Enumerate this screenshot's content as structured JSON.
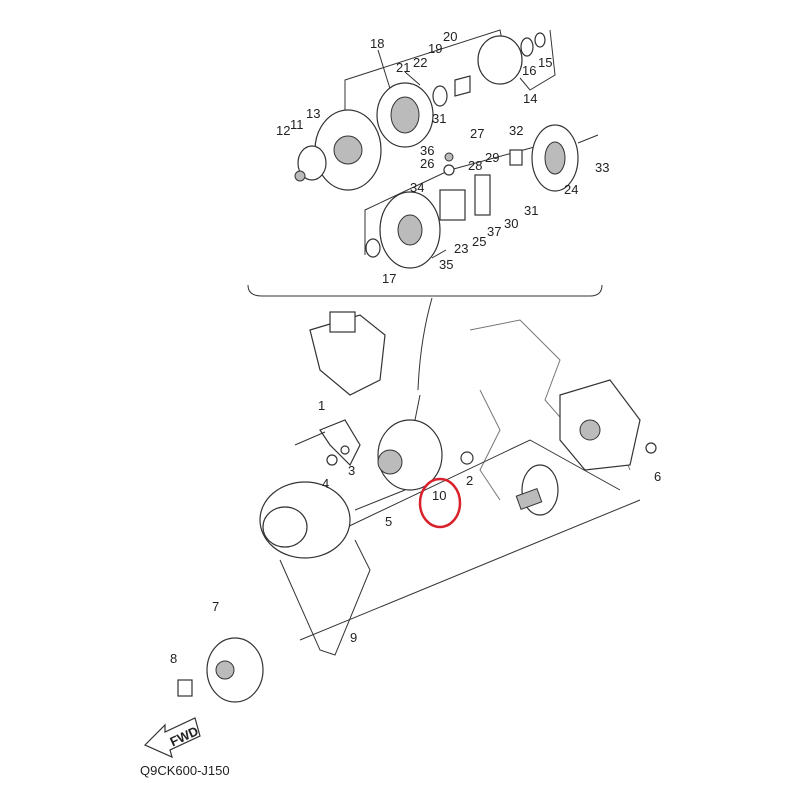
{
  "diagram": {
    "title_code": "Q9CK600-J150",
    "fwd_label": "FWD",
    "highlight_color": "#d9212b",
    "highlighted_part": "10",
    "labels": [
      "18",
      "19",
      "20",
      "21",
      "22",
      "16",
      "15",
      "14",
      "31",
      "13",
      "11",
      "12",
      "27",
      "32",
      "36",
      "29",
      "26",
      "28",
      "33",
      "34",
      "24",
      "31",
      "30",
      "37",
      "25",
      "23",
      "35",
      "17",
      "1",
      "3",
      "4",
      "2",
      "6",
      "10",
      "5",
      "7",
      "9",
      "8"
    ]
  }
}
